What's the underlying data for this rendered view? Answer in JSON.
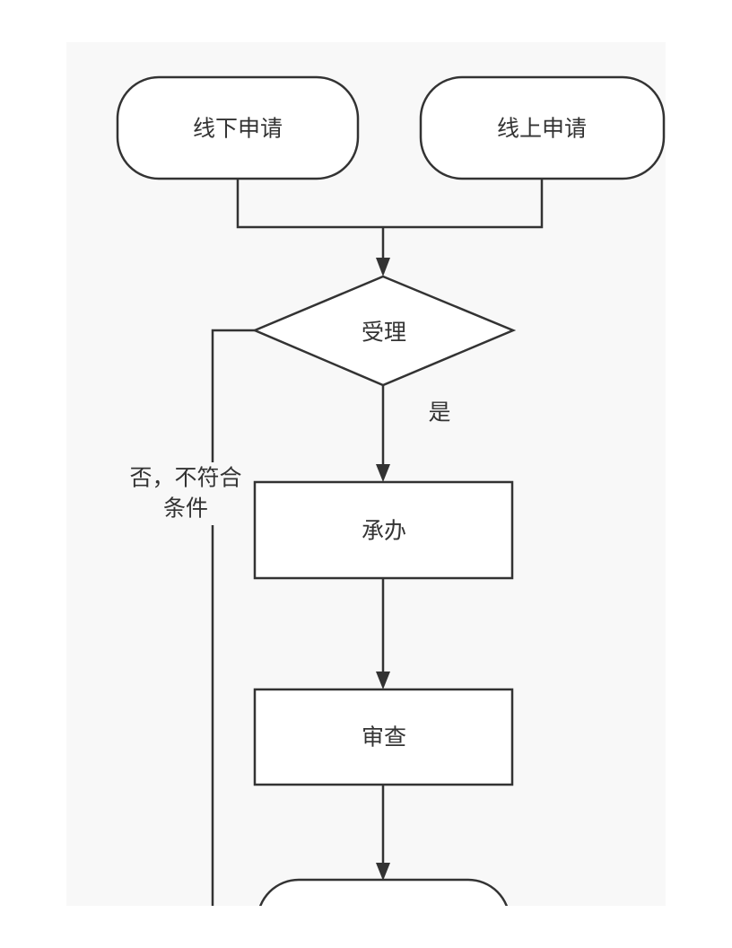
{
  "nodes": {
    "offline_apply": "线下申请",
    "online_apply": "线上申请",
    "accept": "受理",
    "handle": "承办",
    "review": "审查",
    "end_partial": ""
  },
  "edge_labels": {
    "yes": "是",
    "no_line1": "否，不符合",
    "no_line2": "条件"
  },
  "colors": {
    "stroke": "#333333",
    "node_fill": "#ffffff",
    "canvas_bg": "#f8f8f8",
    "page_bg": "#ffffff"
  }
}
